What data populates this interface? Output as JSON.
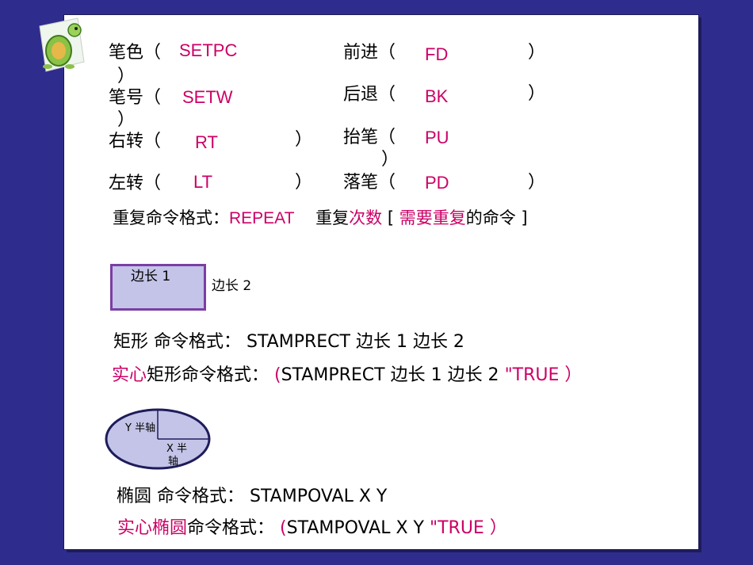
{
  "commands": {
    "pen_color": {
      "label": "笔色（",
      "code": "SETPC",
      "close": "）"
    },
    "pen_width": {
      "label": "笔号（",
      "code": "SETW",
      "close": "）"
    },
    "right_turn": {
      "label": "右转（",
      "code": "RT",
      "close": "）"
    },
    "left_turn": {
      "label": "左转（",
      "code": "LT",
      "close": "）"
    },
    "forward": {
      "label": "前进（",
      "code": "FD",
      "close": "）"
    },
    "back": {
      "label": "后退（",
      "code": "BK",
      "close": "）"
    },
    "pen_up": {
      "label": "抬笔（",
      "code": "PU",
      "close": "）"
    },
    "pen_down": {
      "label": "落笔（",
      "code": "PD",
      "close": "）"
    }
  },
  "repeat": {
    "prefix": "重复命令格式：",
    "code": "REPEAT",
    "text1": "重复",
    "times": "次数",
    "bracket_open": " [ ",
    "needs": "需要重复",
    "text2": "的命令 ]"
  },
  "rectangle_demo": {
    "side1": "边长 1",
    "side2": "边长 2"
  },
  "rect_cmd": {
    "text": "矩形 命令格式：  STAMPRECT    边长 1   边长 2"
  },
  "filled_rect_cmd": {
    "solid": "实心",
    "text": "矩形命令格式：  ",
    "paren": "(",
    "body": "STAMPRECT    边长 1    边长 2   ",
    "true_part": "\"TRUE ）"
  },
  "ellipse_demo": {
    "y_axis": "Y 半轴",
    "x_axis_1": "X 半",
    "x_axis_2": "轴"
  },
  "oval_cmd": {
    "text": "椭圆 命令格式：  STAMPOVAL   X   Y"
  },
  "filled_oval_cmd": {
    "solid": "实心椭圆",
    "text": "命令格式：  ",
    "paren": "(",
    "body": "STAMPOVAL   X   Y   ",
    "true_part": "\"TRUE ）"
  },
  "colors": {
    "background": "#2e2c8c",
    "accent": "#cc0066",
    "rect_fill": "#c4c4e8",
    "ellipse_fill": "#c4c4e8"
  },
  "logo": {
    "icon": "turtle-logo-icon"
  }
}
